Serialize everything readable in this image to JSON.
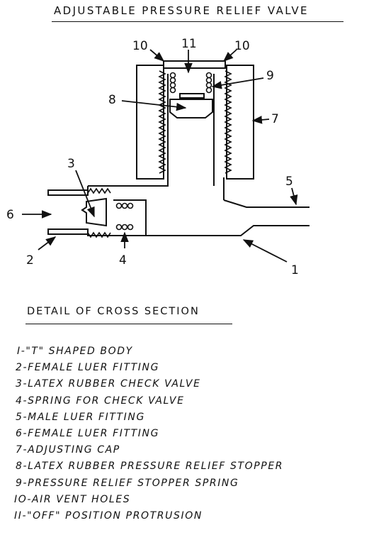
{
  "title": "ADJUSTABLE PRESSURE RELIEF VALVE",
  "section_title": "DETAIL OF CROSS SECTION",
  "callouts": [
    "10",
    "11",
    "10",
    "9",
    "8",
    "7",
    "5",
    "3",
    "6",
    "2",
    "4",
    "1"
  ],
  "legend": [
    "I-\"T\" SHAPED BODY",
    "2-FEMALE LUER FITTING",
    "3-LATEX RUBBER CHECK VALVE",
    "4-SPRING FOR CHECK VALVE",
    "5-MALE LUER FITTING",
    "6-FEMALE LUER FITTING",
    "7-ADJUSTING CAP",
    "8-LATEX RUBBER PRESSURE RELIEF STOPPER",
    "9-PRESSURE RELIEF STOPPER SPRING",
    "IO-AIR VENT HOLES",
    "II-\"OFF\" POSITION PROTRUSION"
  ]
}
